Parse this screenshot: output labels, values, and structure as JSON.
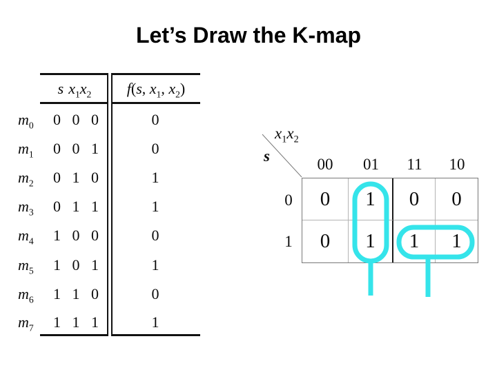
{
  "slide": {
    "title": "Let’s Draw the K-map",
    "background_color": "#ffffff",
    "title_color": "#000000"
  },
  "truth_table": {
    "header_inputs": {
      "s": "s",
      "x": "x",
      "sub1": "1",
      "x2": "x",
      "sub2": "2"
    },
    "header_output": {
      "f": "f",
      "open": "(",
      "s": "s",
      "c1": ", ",
      "x1": "x",
      "sub1": "1",
      "c2": ", ",
      "x2": "x",
      "sub2": "2",
      "close": ")"
    },
    "rows": [
      {
        "m": "m",
        "idx": "0",
        "inputs": "0 0 0",
        "output": "0"
      },
      {
        "m": "m",
        "idx": "1",
        "inputs": "0 0 1",
        "output": "0"
      },
      {
        "m": "m",
        "idx": "2",
        "inputs": "0 1 0",
        "output": "1"
      },
      {
        "m": "m",
        "idx": "3",
        "inputs": "0 1 1",
        "output": "1"
      },
      {
        "m": "m",
        "idx": "4",
        "inputs": "1 0 0",
        "output": "0"
      },
      {
        "m": "m",
        "idx": "5",
        "inputs": "1 0 1",
        "output": "1"
      },
      {
        "m": "m",
        "idx": "6",
        "inputs": "1 1 0",
        "output": "0"
      },
      {
        "m": "m",
        "idx": "7",
        "inputs": "1 1 1",
        "output": "1"
      }
    ]
  },
  "kmap": {
    "corner": {
      "x1": "x",
      "sub1": "1",
      "x2": "x",
      "sub2": "2"
    },
    "row_var": "s",
    "col_headers": [
      "00",
      "01",
      "11",
      "10"
    ],
    "row_headers": [
      "0",
      "1"
    ],
    "cells": [
      [
        "0",
        "1",
        "0",
        "0"
      ],
      [
        "0",
        "1",
        "1",
        "1"
      ]
    ],
    "highlight_color": "#35e4ea",
    "groups": [
      {
        "name": "column-01-both-rows",
        "cells": [
          "01-row0",
          "01-row1"
        ]
      },
      {
        "name": "row-1-columns-11-10",
        "cells": [
          "11-row1",
          "10-row1"
        ]
      }
    ]
  }
}
